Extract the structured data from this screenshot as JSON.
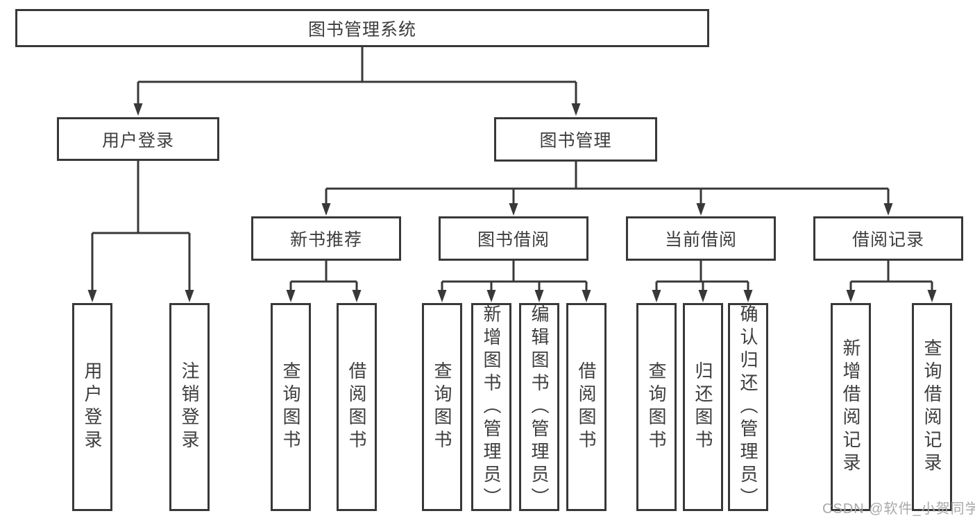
{
  "diagram": {
    "root": "图书管理系统",
    "level2": [
      "用户登录",
      "图书管理"
    ],
    "level3": [
      "新书推荐",
      "图书借阅",
      "当前借阅",
      "借阅记录"
    ],
    "leaf_groups": [
      [
        "用户登录",
        "注销登录"
      ],
      [
        "查询图书",
        "借阅图书"
      ],
      [
        "查询图书",
        "新增图书（管理员）",
        "编辑图书（管理员）",
        "借阅图书"
      ],
      [
        "查询图书",
        "归还图书",
        "确认归还（管理员）"
      ],
      [
        "新增借阅记录",
        "查询借阅记录"
      ]
    ]
  },
  "watermark": "CSDN @软件_小贺同学",
  "colors": {
    "line": "#383838",
    "text": "#3d3d3d",
    "watermark": "#a8a8a8",
    "background": "#ffffff"
  }
}
